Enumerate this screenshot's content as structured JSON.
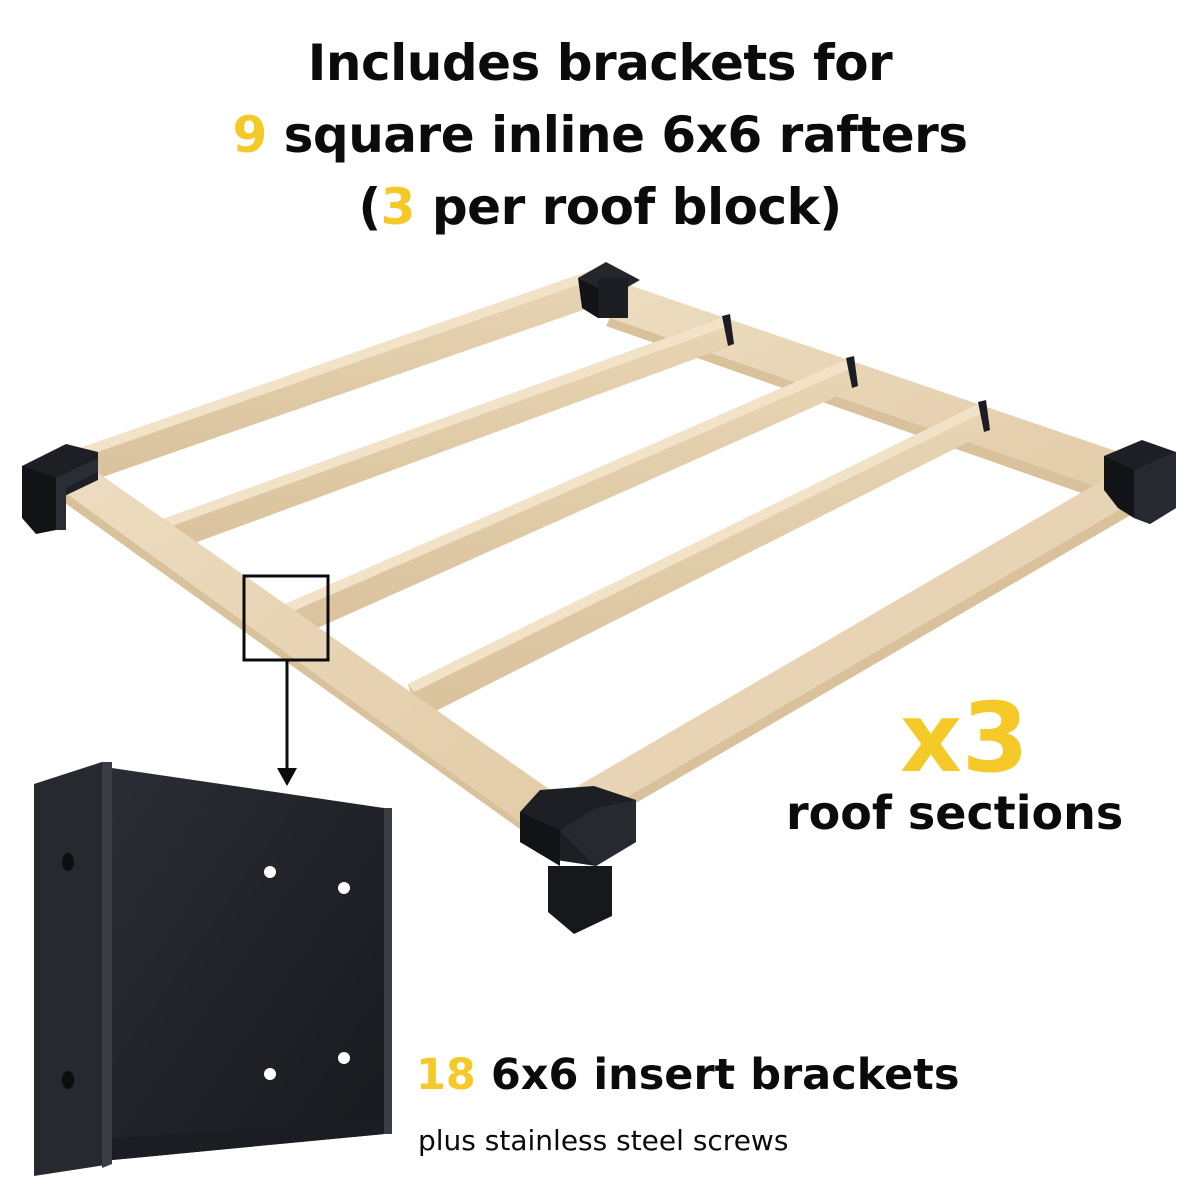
{
  "headline": {
    "line1": "Includes brackets for",
    "line2_count": "9",
    "line2_rest": " square inline 6x6 rafters",
    "line3_open": "(",
    "line3_count": "3",
    "line3_rest": " per roof block)"
  },
  "multiplier": {
    "value": "x3",
    "label": "roof sections"
  },
  "bracket_info": {
    "count": "18",
    "label": " 6x6 insert brackets",
    "sub": "plus stainless steel screws"
  },
  "colors": {
    "accent_yellow": "#f5c928",
    "text_black": "#0b0b0b",
    "wood": "#e6d3b3",
    "bracket": "#1b1d22"
  }
}
